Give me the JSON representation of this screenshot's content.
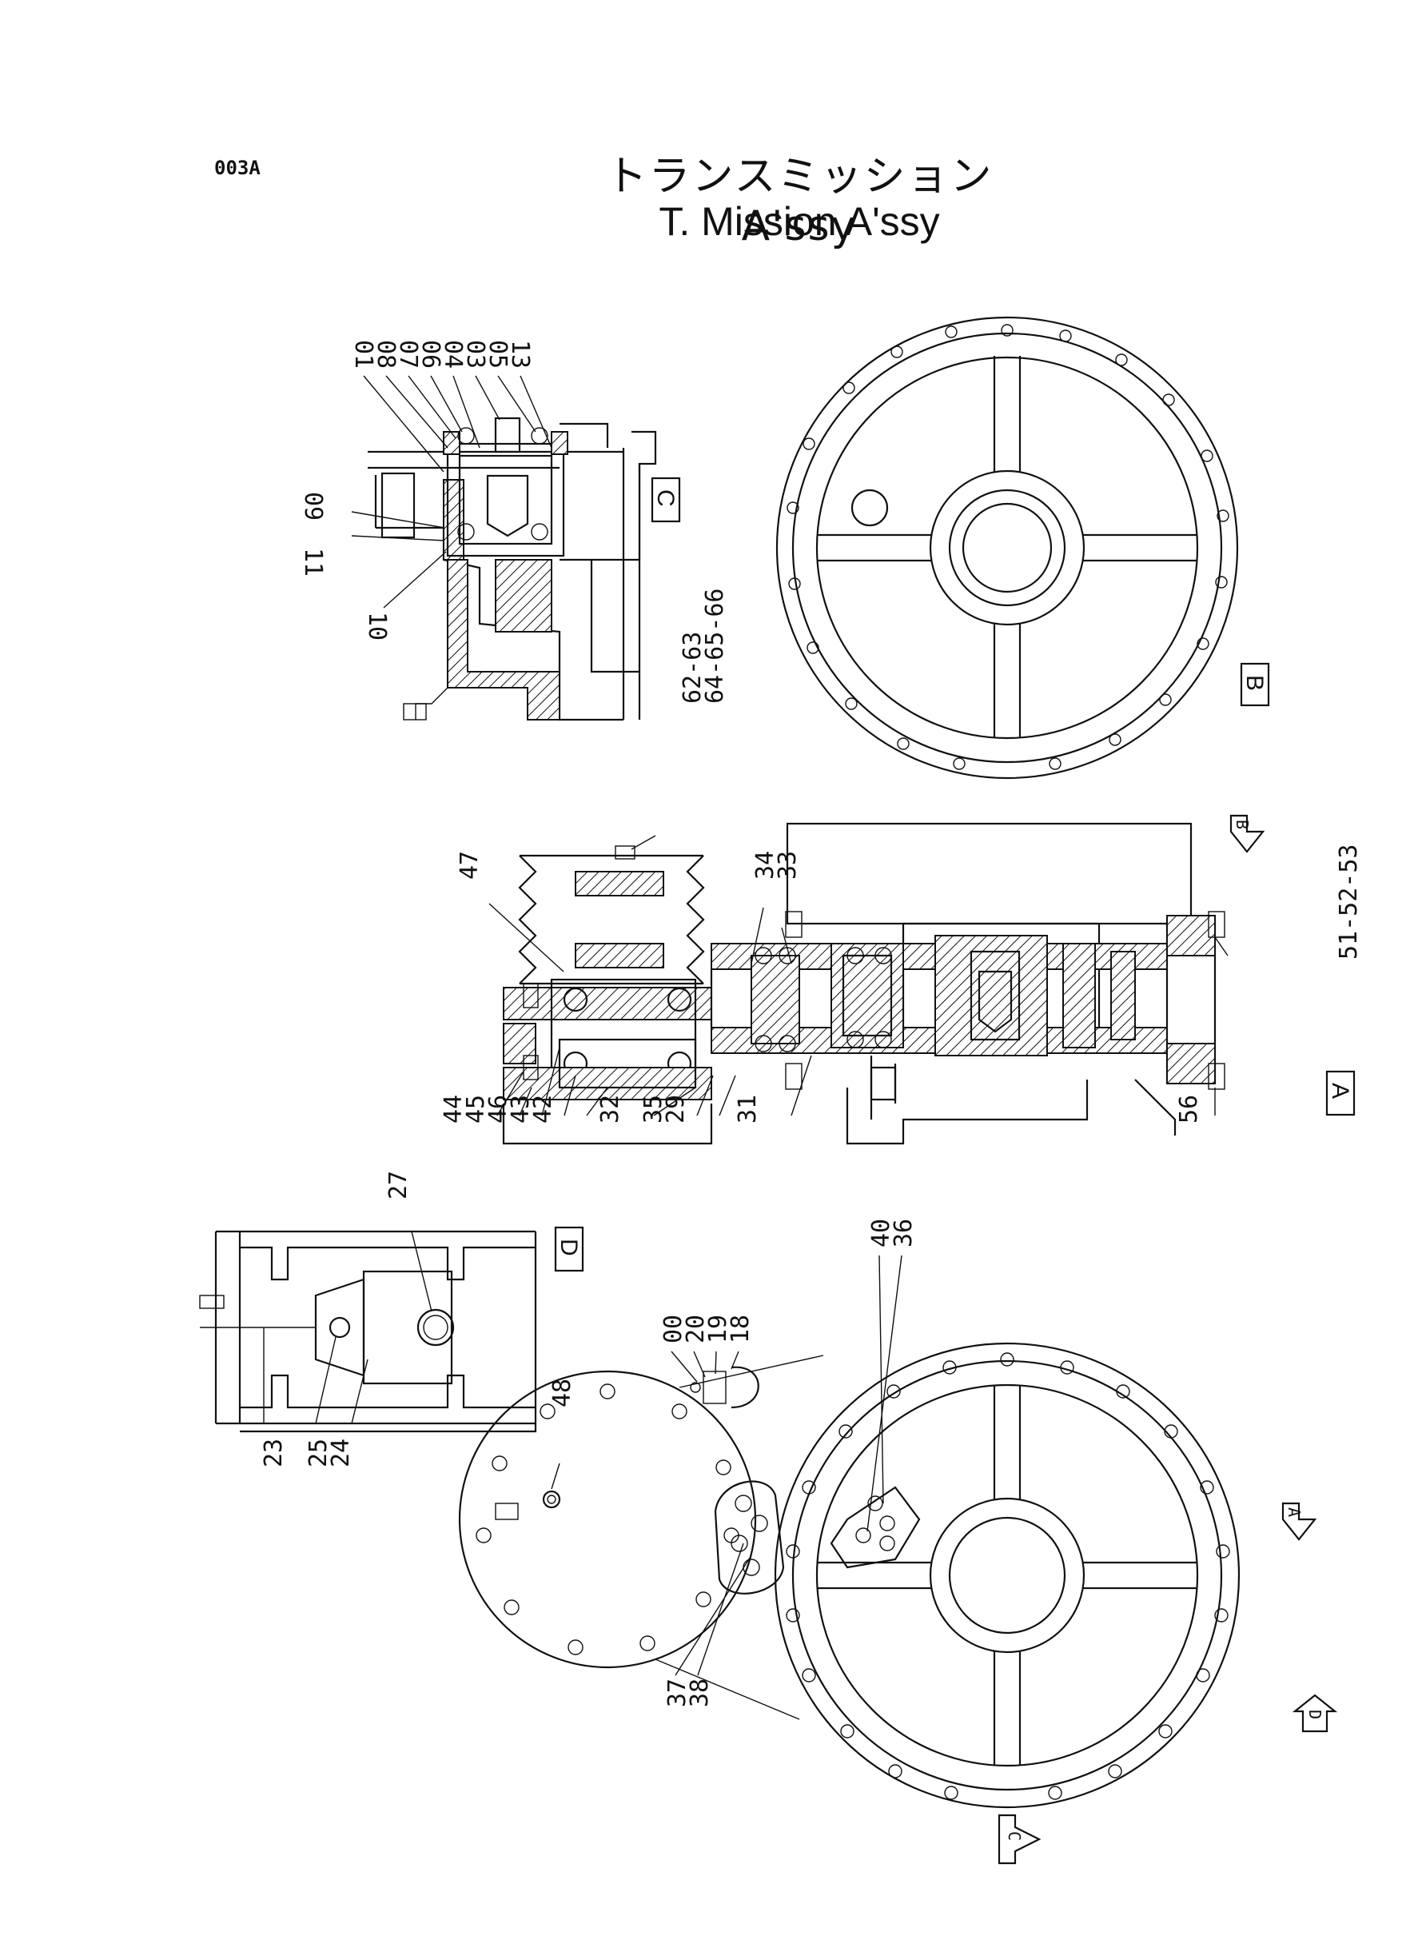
{
  "header": {
    "page_id": "003A",
    "title_ja": "トランスミッション A'ssy",
    "title_en": "T. Mission  A'ssy"
  },
  "views": {
    "A": "A",
    "B": "B",
    "C": "C",
    "D": "D"
  },
  "arrows": {
    "A": "A",
    "B": "B",
    "C": "C",
    "D": "D"
  },
  "labels": {
    "01": "01",
    "08": "08",
    "07": "07",
    "06": "06",
    "04": "04",
    "03": "03",
    "05": "05",
    "13": "13",
    "09": "09",
    "11": "11",
    "10": "10",
    "62_63": "62-63",
    "64_65_66": "64-65-66",
    "47": "47",
    "34": "34",
    "33": "33",
    "51_52_53": "51-52-53",
    "44": "44",
    "45": "45",
    "46": "46",
    "43": "43",
    "42": "42",
    "32": "32",
    "35": "35",
    "29": "29",
    "31": "31",
    "56": "56",
    "27": "27",
    "23": "23",
    "25": "25",
    "24": "24",
    "48": "48",
    "00": "00",
    "20": "20",
    "19": "19",
    "18": "18",
    "40": "40",
    "36": "36",
    "37": "37",
    "38": "38"
  }
}
